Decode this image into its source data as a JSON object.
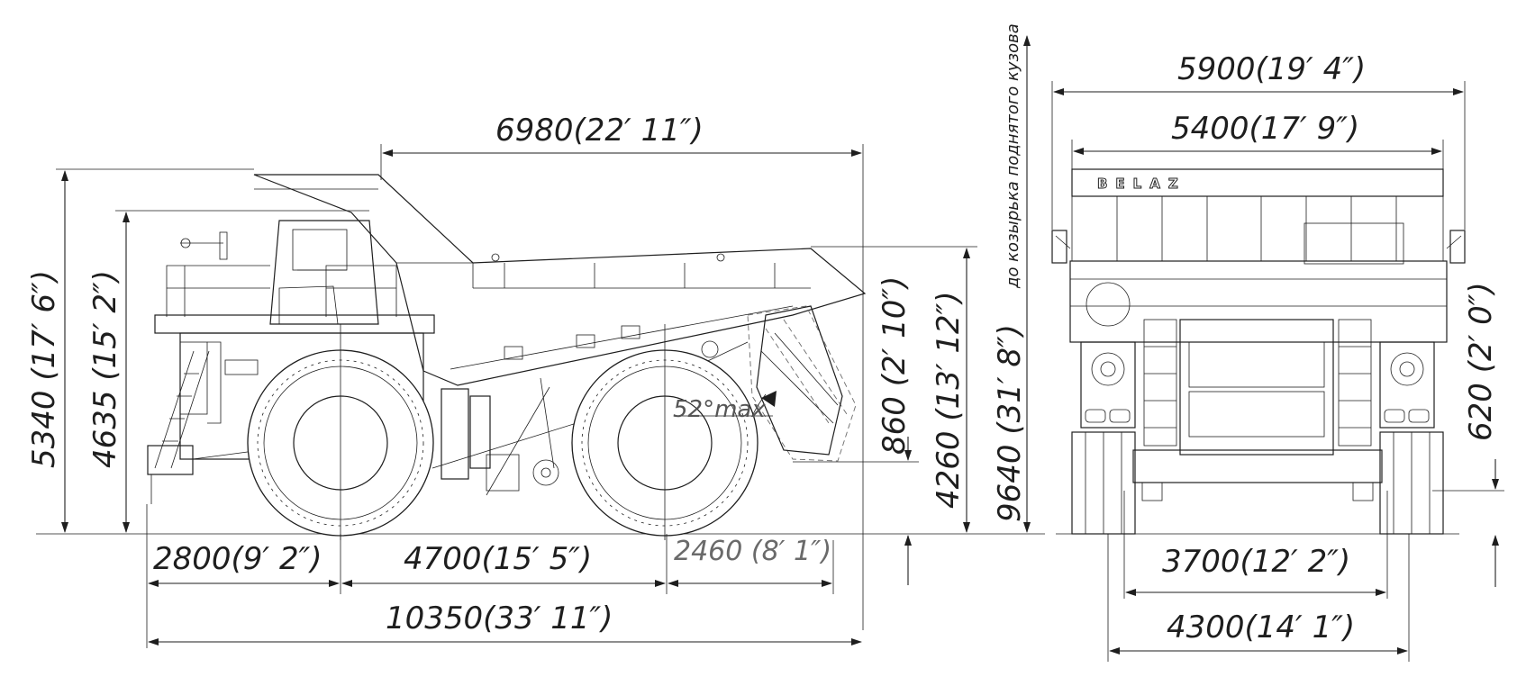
{
  "side_view": {
    "dimensions": {
      "dump_body_length": "6980(22′ 11″)",
      "total_height": "5340 (17′ 6″)",
      "cab_height": "4635 (15′ 2″)",
      "rear_overhang_height": "860 (2′ 10″)",
      "body_tail_height": "4260 (13′ 12″)",
      "raised_body_height": "9640 (31′ 8″)",
      "front_overhang": "2800(9′ 2″)",
      "wheelbase": "4700(15′ 5″)",
      "rear_overhang": "2460 (8′ 1″)",
      "overall_length": "10350(33′ 11″)",
      "tipping_angle": "52°max"
    },
    "raised_body_note": "до козырька поднятого кузова"
  },
  "front_view": {
    "brand": "BELAZ",
    "dimensions": {
      "overall_width": "5900(19′ 4″)",
      "body_width": "5400(17′ 9″)",
      "mirror_height": "620 (2′ 0″)",
      "front_track": "3700(12′ 2″)",
      "rear_track": "4300(14′ 1″)"
    }
  }
}
